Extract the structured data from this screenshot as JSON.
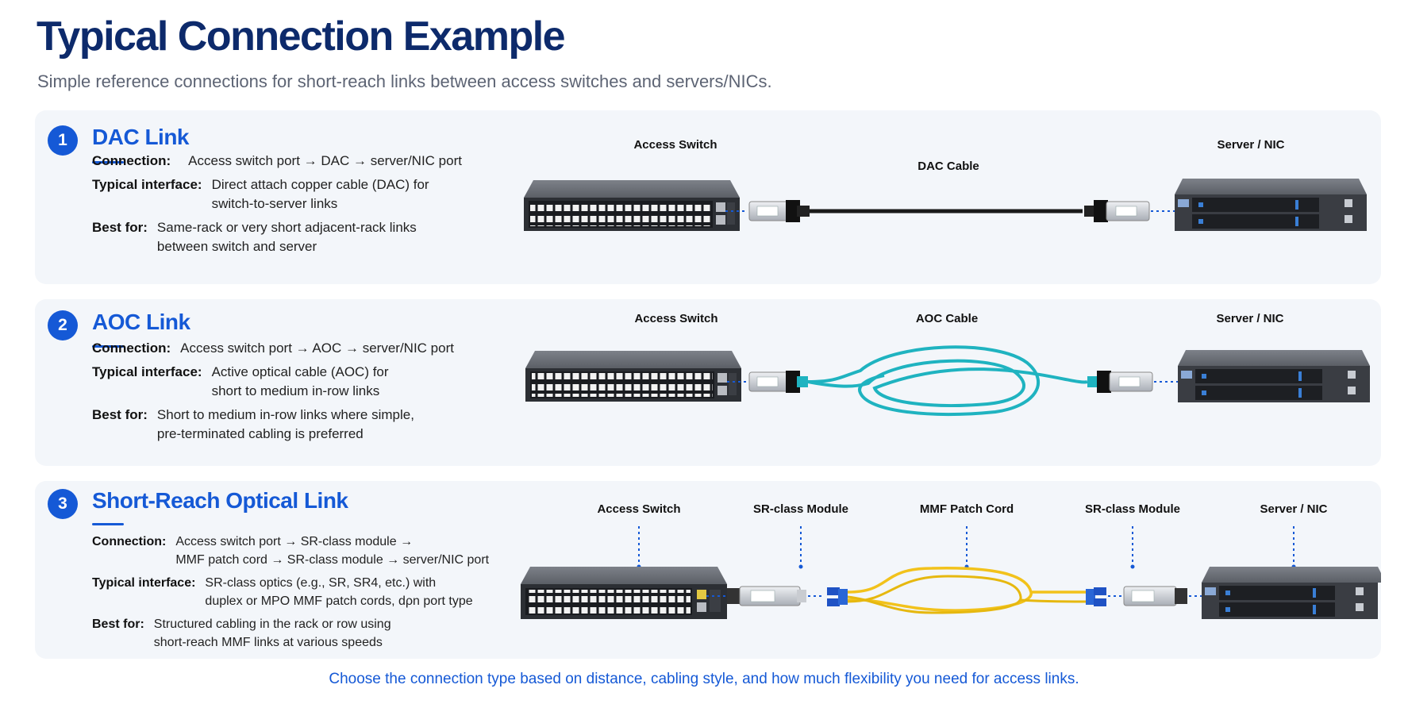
{
  "title": "Typical Connection Example",
  "subtitle": "Simple reference connections for short-reach links between access switches and servers/NICs.",
  "sections": [
    {
      "number": "1",
      "title": "DAC Link",
      "connection_label": "Connection:",
      "connection_value": "Access switch port → DAC → server/NIC port",
      "interface_label": "Typical interface:",
      "interface_lines": [
        "Direct attach copper cable (DAC) for",
        "switch-to-server links"
      ],
      "best_label": "Best for:",
      "best_lines": [
        "Same-rack or very short adjacent-rack links",
        "between switch and server"
      ],
      "diagram_labels": {
        "left": "Access Switch",
        "middle": "DAC Cable",
        "right": "Server / NIC"
      }
    },
    {
      "number": "2",
      "title": "AOC Link",
      "connection_label": "Connection:",
      "connection_value": "Access switch port → AOC → server/NIC port",
      "interface_label": "Typical interface:",
      "interface_lines": [
        "Active optical cable (AOC) for",
        "short to medium in-row links"
      ],
      "best_label": "Best for:",
      "best_lines": [
        "Short to medium in-row links where simple,",
        "pre-terminated cabling is preferred"
      ],
      "diagram_labels": {
        "left": "Access Switch",
        "middle": "AOC Cable",
        "right": "Server / NIC"
      }
    },
    {
      "number": "3",
      "title": "Short-Reach Optical Link",
      "connection_label": "Connection:",
      "connection_lines": [
        "Access switch port → SR-class module →",
        "MMF patch cord → SR-class module → server/NIC port"
      ],
      "interface_label": "Typical interface:",
      "interface_lines": [
        "SR-class optics (e.g., SR, SR4, etc.) with",
        "duplex or MPO MMF patch cords, dρn port type"
      ],
      "best_label": "Best for:",
      "best_lines": [
        "Structured cabling in the rack or row using",
        "short-reach MMF links at various speeds"
      ],
      "diagram_labels": {
        "switch": "Access Switch",
        "module_left": "SR-class Module",
        "patch": "MMF Patch Cord",
        "module_right": "SR-class Module",
        "server": "Server / NIC"
      }
    }
  ],
  "footer": "Choose the connection type based on distance, cabling style, and how much flexibility you need for access links.",
  "colors": {
    "accent": "#1559d6",
    "title": "#0d2a6b",
    "panel": "#f3f6fa",
    "aoc_cable": "#1fb3c0",
    "mmf_cable": "#f2c21b",
    "dac_cable": "#1a1a1a"
  }
}
